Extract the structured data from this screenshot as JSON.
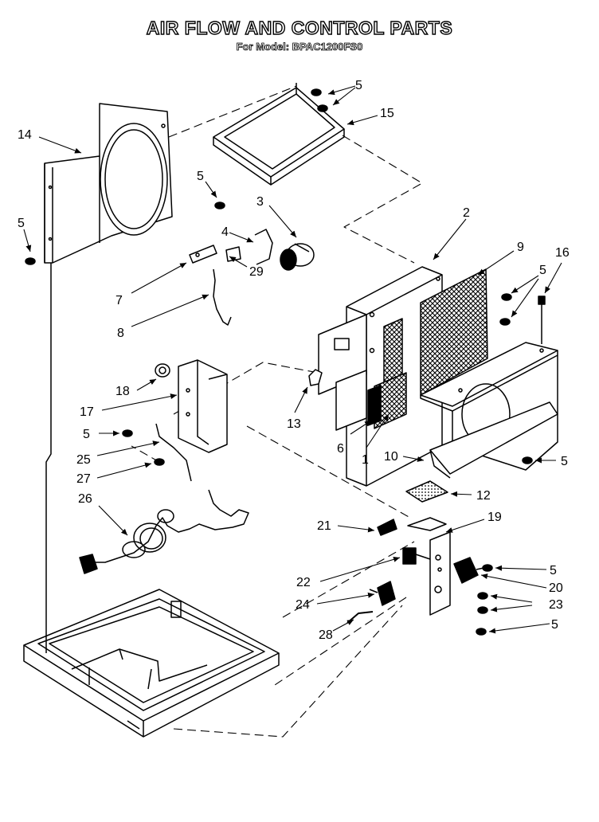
{
  "title": "AIR FLOW AND CONTROL PARTS",
  "subtitle": "For Model: BPAC1200FS0",
  "callouts": [
    {
      "id": "c14",
      "text": "14"
    },
    {
      "id": "c15",
      "text": "15"
    },
    {
      "id": "c5a",
      "text": "5"
    },
    {
      "id": "c5b",
      "text": "5"
    },
    {
      "id": "c5c",
      "text": "5"
    },
    {
      "id": "c3",
      "text": "3"
    },
    {
      "id": "c2",
      "text": "2"
    },
    {
      "id": "c4",
      "text": "4"
    },
    {
      "id": "c29",
      "text": "29"
    },
    {
      "id": "c7",
      "text": "7"
    },
    {
      "id": "c9",
      "text": "9"
    },
    {
      "id": "c16",
      "text": "16"
    },
    {
      "id": "c5d",
      "text": "5"
    },
    {
      "id": "c8",
      "text": "8"
    },
    {
      "id": "c18",
      "text": "18"
    },
    {
      "id": "c17",
      "text": "17"
    },
    {
      "id": "c13",
      "text": "13"
    },
    {
      "id": "c5e",
      "text": "5"
    },
    {
      "id": "c6",
      "text": "6"
    },
    {
      "id": "c1",
      "text": "1"
    },
    {
      "id": "c10",
      "text": "10"
    },
    {
      "id": "c5f",
      "text": "5"
    },
    {
      "id": "c25",
      "text": "25"
    },
    {
      "id": "c27",
      "text": "27"
    },
    {
      "id": "c12",
      "text": "12"
    },
    {
      "id": "c26",
      "text": "26"
    },
    {
      "id": "c21",
      "text": "21"
    },
    {
      "id": "c19",
      "text": "19"
    },
    {
      "id": "c22",
      "text": "22"
    },
    {
      "id": "c5g",
      "text": "5"
    },
    {
      "id": "c20",
      "text": "20"
    },
    {
      "id": "c24",
      "text": "24"
    },
    {
      "id": "c23",
      "text": "23"
    },
    {
      "id": "c28",
      "text": "28"
    },
    {
      "id": "c5h",
      "text": "5"
    }
  ]
}
